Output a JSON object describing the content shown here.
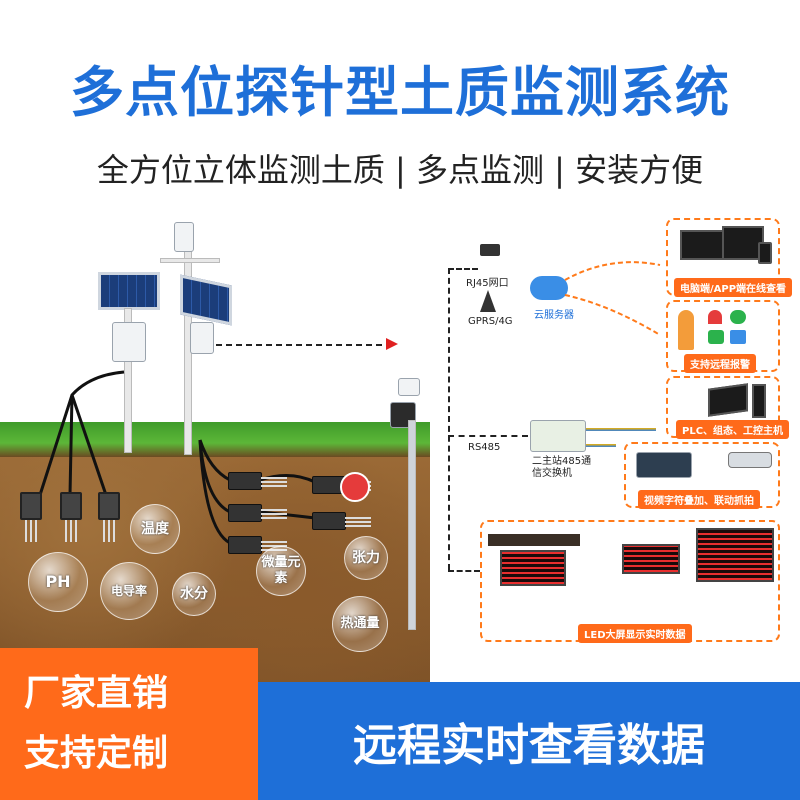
{
  "title": "多点位探针型土质监测系统",
  "subtitle": "全方位立体监测土质 | 多点监测 | 安装方便",
  "bubbles": {
    "temp": "温度",
    "ph": "PH",
    "ec": "电导率",
    "water": "水分",
    "trace": "微量元素",
    "tension": "张力",
    "heatflux": "热通量"
  },
  "network": {
    "rj45": "RJ45网口",
    "gprs": "GPRS/4G",
    "cloud": "云服务器",
    "rs485": "RS485",
    "converter": "二主站485通信交换机"
  },
  "cards": {
    "pc_app": "电脑端/APP端在线查看",
    "alarm": "支持远程报警",
    "plc": "PLC、组态、工控主机",
    "video": "视频字符叠加、联动抓拍",
    "led": "LED大屏显示实时数据"
  },
  "banners": {
    "left_line1": "厂家直销",
    "left_line2": "支持定制",
    "right": "远程实时查看数据"
  },
  "colors": {
    "title_blue": "#1e6fd8",
    "accent_orange": "#ff6a1a"
  }
}
